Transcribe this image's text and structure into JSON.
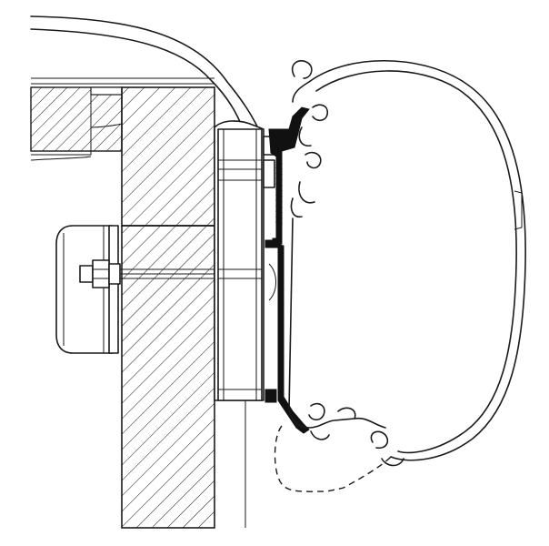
{
  "diagram": {
    "parts": [
      {
        "name": "vehicle-roof-shell"
      },
      {
        "name": "roof-rail-section"
      },
      {
        "name": "vehicle-wall-upper"
      },
      {
        "name": "vehicle-wall-lower"
      },
      {
        "name": "interior-cap"
      },
      {
        "name": "mounting-bolt"
      },
      {
        "name": "adapter-bracket"
      },
      {
        "name": "adapter-profile"
      },
      {
        "name": "awning-cassette"
      },
      {
        "name": "awning-lower-profile"
      }
    ],
    "colors": {
      "line": "#1a1a1a",
      "profile_fill": "#111111",
      "background": "#ffffff"
    }
  }
}
